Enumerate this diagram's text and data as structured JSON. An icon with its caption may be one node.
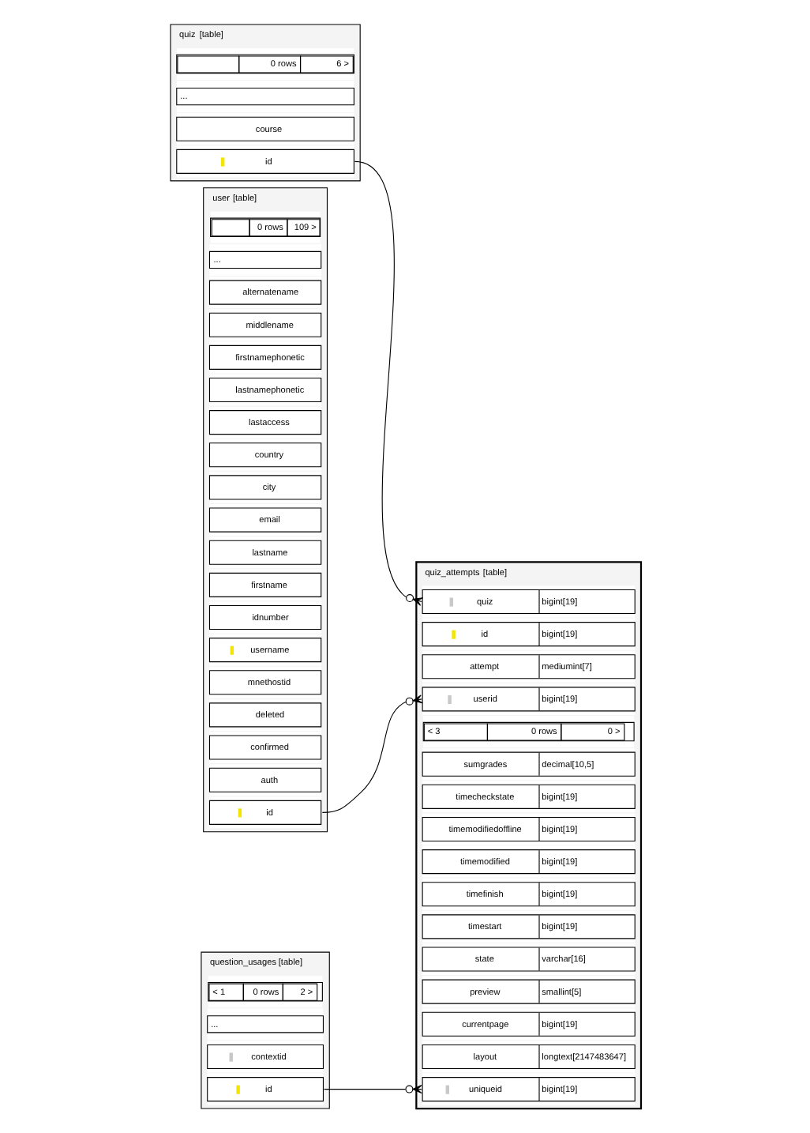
{
  "diagram": {
    "nodes": [
      {
        "text": [
          "quiz",
          "[table]"
        ]
      },
      {
        "text": [
          "id"
        ],
        "in": 0
      },
      {
        "text": [
          "course"
        ],
        "in": 0
      },
      {
        "text": [
          "..."
        ],
        "in": 0
      },
      {
        "text": [
          "0 rows",
          "6 >"
        ],
        "in": 0
      },
      {
        "text": [
          "user",
          "[table]"
        ]
      },
      {
        "text": [
          "id"
        ],
        "in": 5
      },
      {
        "text": [
          "auth"
        ],
        "in": 5
      },
      {
        "text": [
          "confirmed"
        ],
        "in": 5
      },
      {
        "text": [
          "deleted"
        ],
        "in": 5
      },
      {
        "text": [
          "mnethostid"
        ],
        "in": 5
      },
      {
        "text": [
          "username"
        ],
        "in": 5
      },
      {
        "text": [
          "idnumber"
        ],
        "in": 5
      },
      {
        "text": [
          "firstname"
        ],
        "in": 5
      },
      {
        "text": [
          "lastname"
        ],
        "in": 5
      },
      {
        "text": [
          "email"
        ],
        "in": 5
      },
      {
        "text": [
          "city"
        ],
        "in": 5
      },
      {
        "text": [
          "country"
        ],
        "in": 5
      },
      {
        "text": [
          "lastaccess"
        ],
        "in": 5
      },
      {
        "text": [
          "lastnamephonetic"
        ],
        "in": 5
      },
      {
        "text": [
          "firstnamephonetic"
        ],
        "in": 5
      },
      {
        "text": [
          "middlename"
        ],
        "in": 5
      },
      {
        "text": [
          "alternatename"
        ],
        "in": 5
      },
      {
        "text": [
          "..."
        ],
        "in": 5
      },
      {
        "text": [
          "0 rows",
          "109 >"
        ],
        "in": 5
      },
      {
        "text": [
          "question_usages",
          "[table]"
        ]
      },
      {
        "text": [
          "id"
        ],
        "in": 25
      },
      {
        "text": [
          "contextid"
        ],
        "in": 25
      },
      {
        "text": [
          "..."
        ],
        "in": 25
      },
      {
        "text": [
          "< 1",
          "0 rows",
          "2 >"
        ],
        "in": 25
      },
      {
        "text": [
          "quiz_attempts",
          "[table]"
        ]
      },
      {
        "text": [
          "id",
          "bigint[19]"
        ],
        "in": 30
      },
      {
        "text": [
          "quiz",
          "bigint[19]"
        ],
        "in": 30
      },
      {
        "text": [
          "userid",
          "bigint[19]"
        ],
        "in": 30
      },
      {
        "text": [
          "attempt",
          "mediumint[7]"
        ],
        "in": 30
      },
      {
        "text": [
          "uniqueid",
          "bigint[19]"
        ],
        "in": 30
      },
      {
        "text": [
          "layout",
          "longtext[2147483647]"
        ],
        "in": 30
      },
      {
        "text": [
          "currentpage",
          "bigint[19]"
        ],
        "in": 30
      },
      {
        "text": [
          "preview",
          "smallint[5]"
        ],
        "in": 30
      },
      {
        "text": [
          "state",
          "varchar[16]"
        ],
        "in": 30
      },
      {
        "text": [
          "timestart",
          "bigint[19]"
        ],
        "in": 30
      },
      {
        "text": [
          "timefinish",
          "bigint[19]"
        ],
        "in": 30
      },
      {
        "text": [
          "timemodified",
          "bigint[19]"
        ],
        "in": 30
      },
      {
        "text": [
          "timemodifiedoffline",
          "bigint[19]"
        ],
        "in": 30
      },
      {
        "text": [
          "timecheckstate",
          "bigint[19]"
        ],
        "in": 30
      },
      {
        "text": [
          "sumgrades",
          "decimal[10,5]"
        ],
        "in": 30
      },
      {
        "text": [
          "< 3",
          "0 rows",
          "0 >"
        ],
        "in": 30
      }
    ],
    "edges": [
      {
        "from": 1,
        "to": 32,
        "arrow": "other"
      },
      {
        "from": 6,
        "to": 33,
        "arrow": "other"
      },
      {
        "from": 26,
        "to": 35,
        "arrow": "other"
      }
    ]
  }
}
